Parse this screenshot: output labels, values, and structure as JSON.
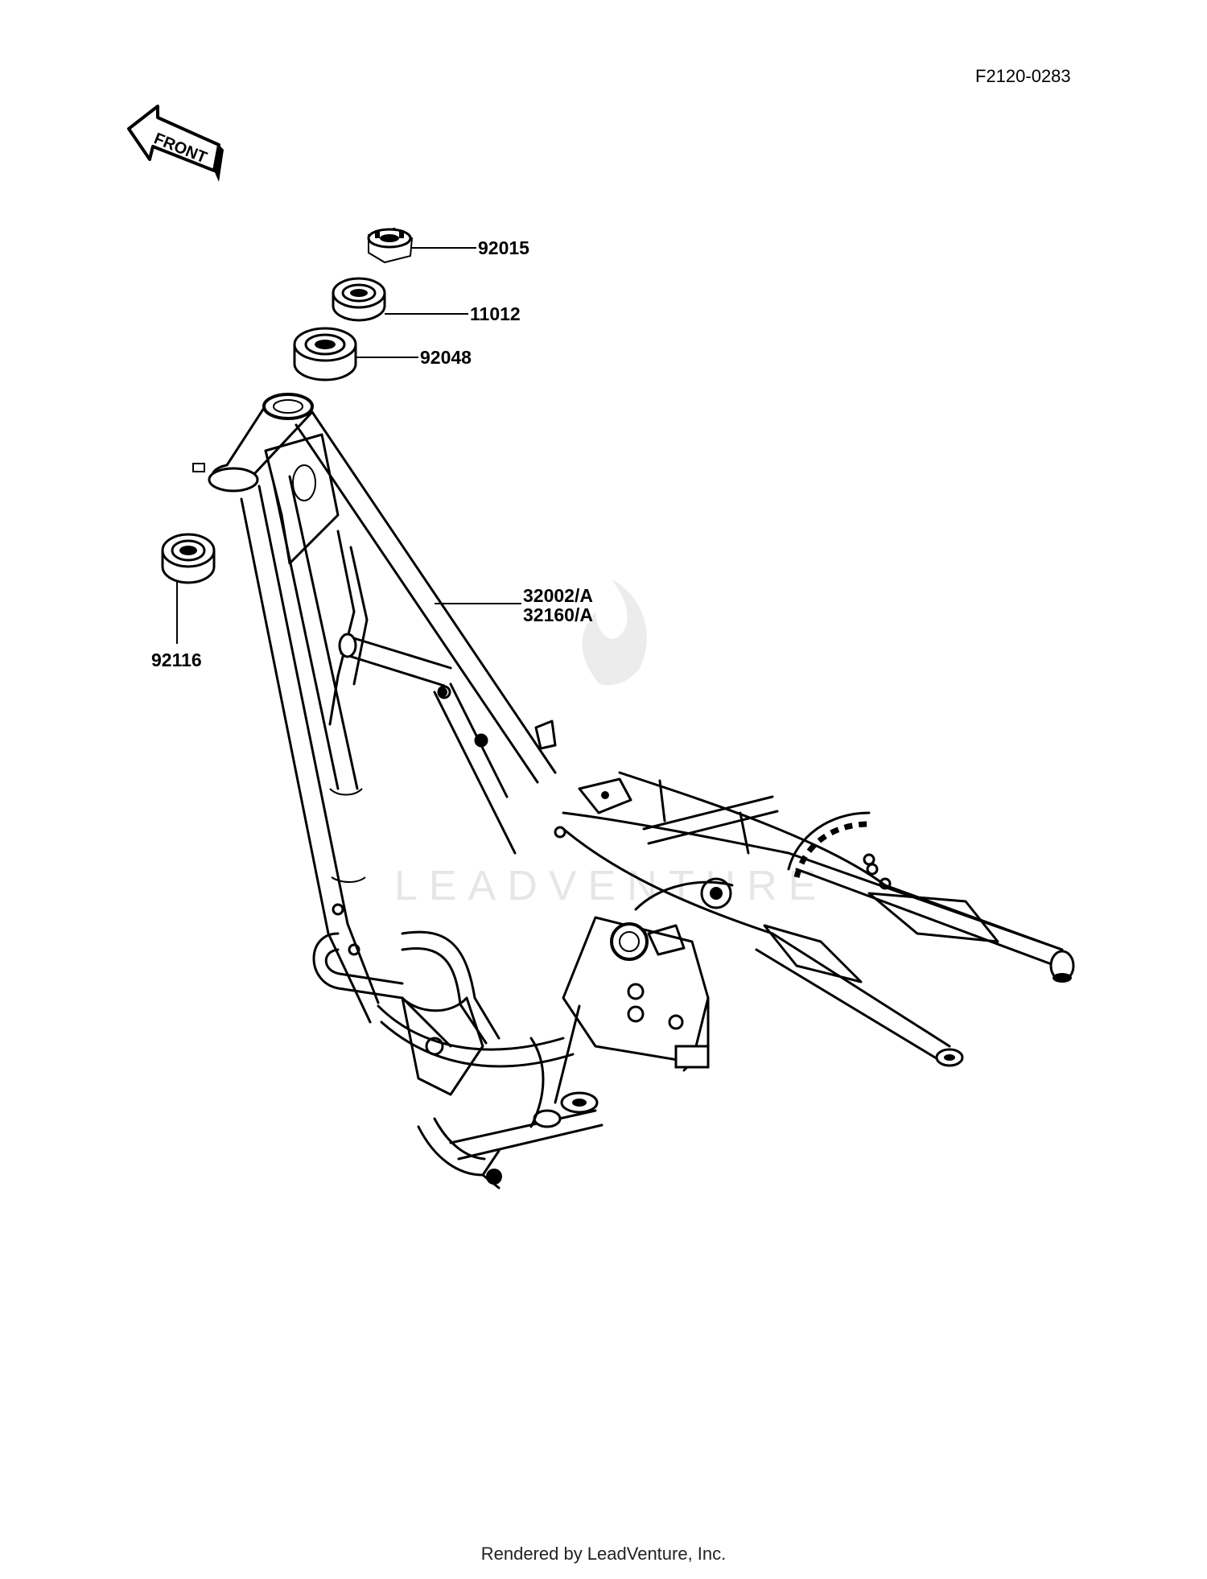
{
  "diagram": {
    "code": "F2120-0283",
    "front_label": "FRONT",
    "watermark": "LEADVENTURE",
    "parts": [
      {
        "id": "92015"
      },
      {
        "id": "11012"
      },
      {
        "id": "92048"
      },
      {
        "id": "32002/A"
      },
      {
        "id": "32160/A"
      },
      {
        "id": "92116"
      }
    ],
    "footer": "Rendered by LeadVenture, Inc."
  }
}
